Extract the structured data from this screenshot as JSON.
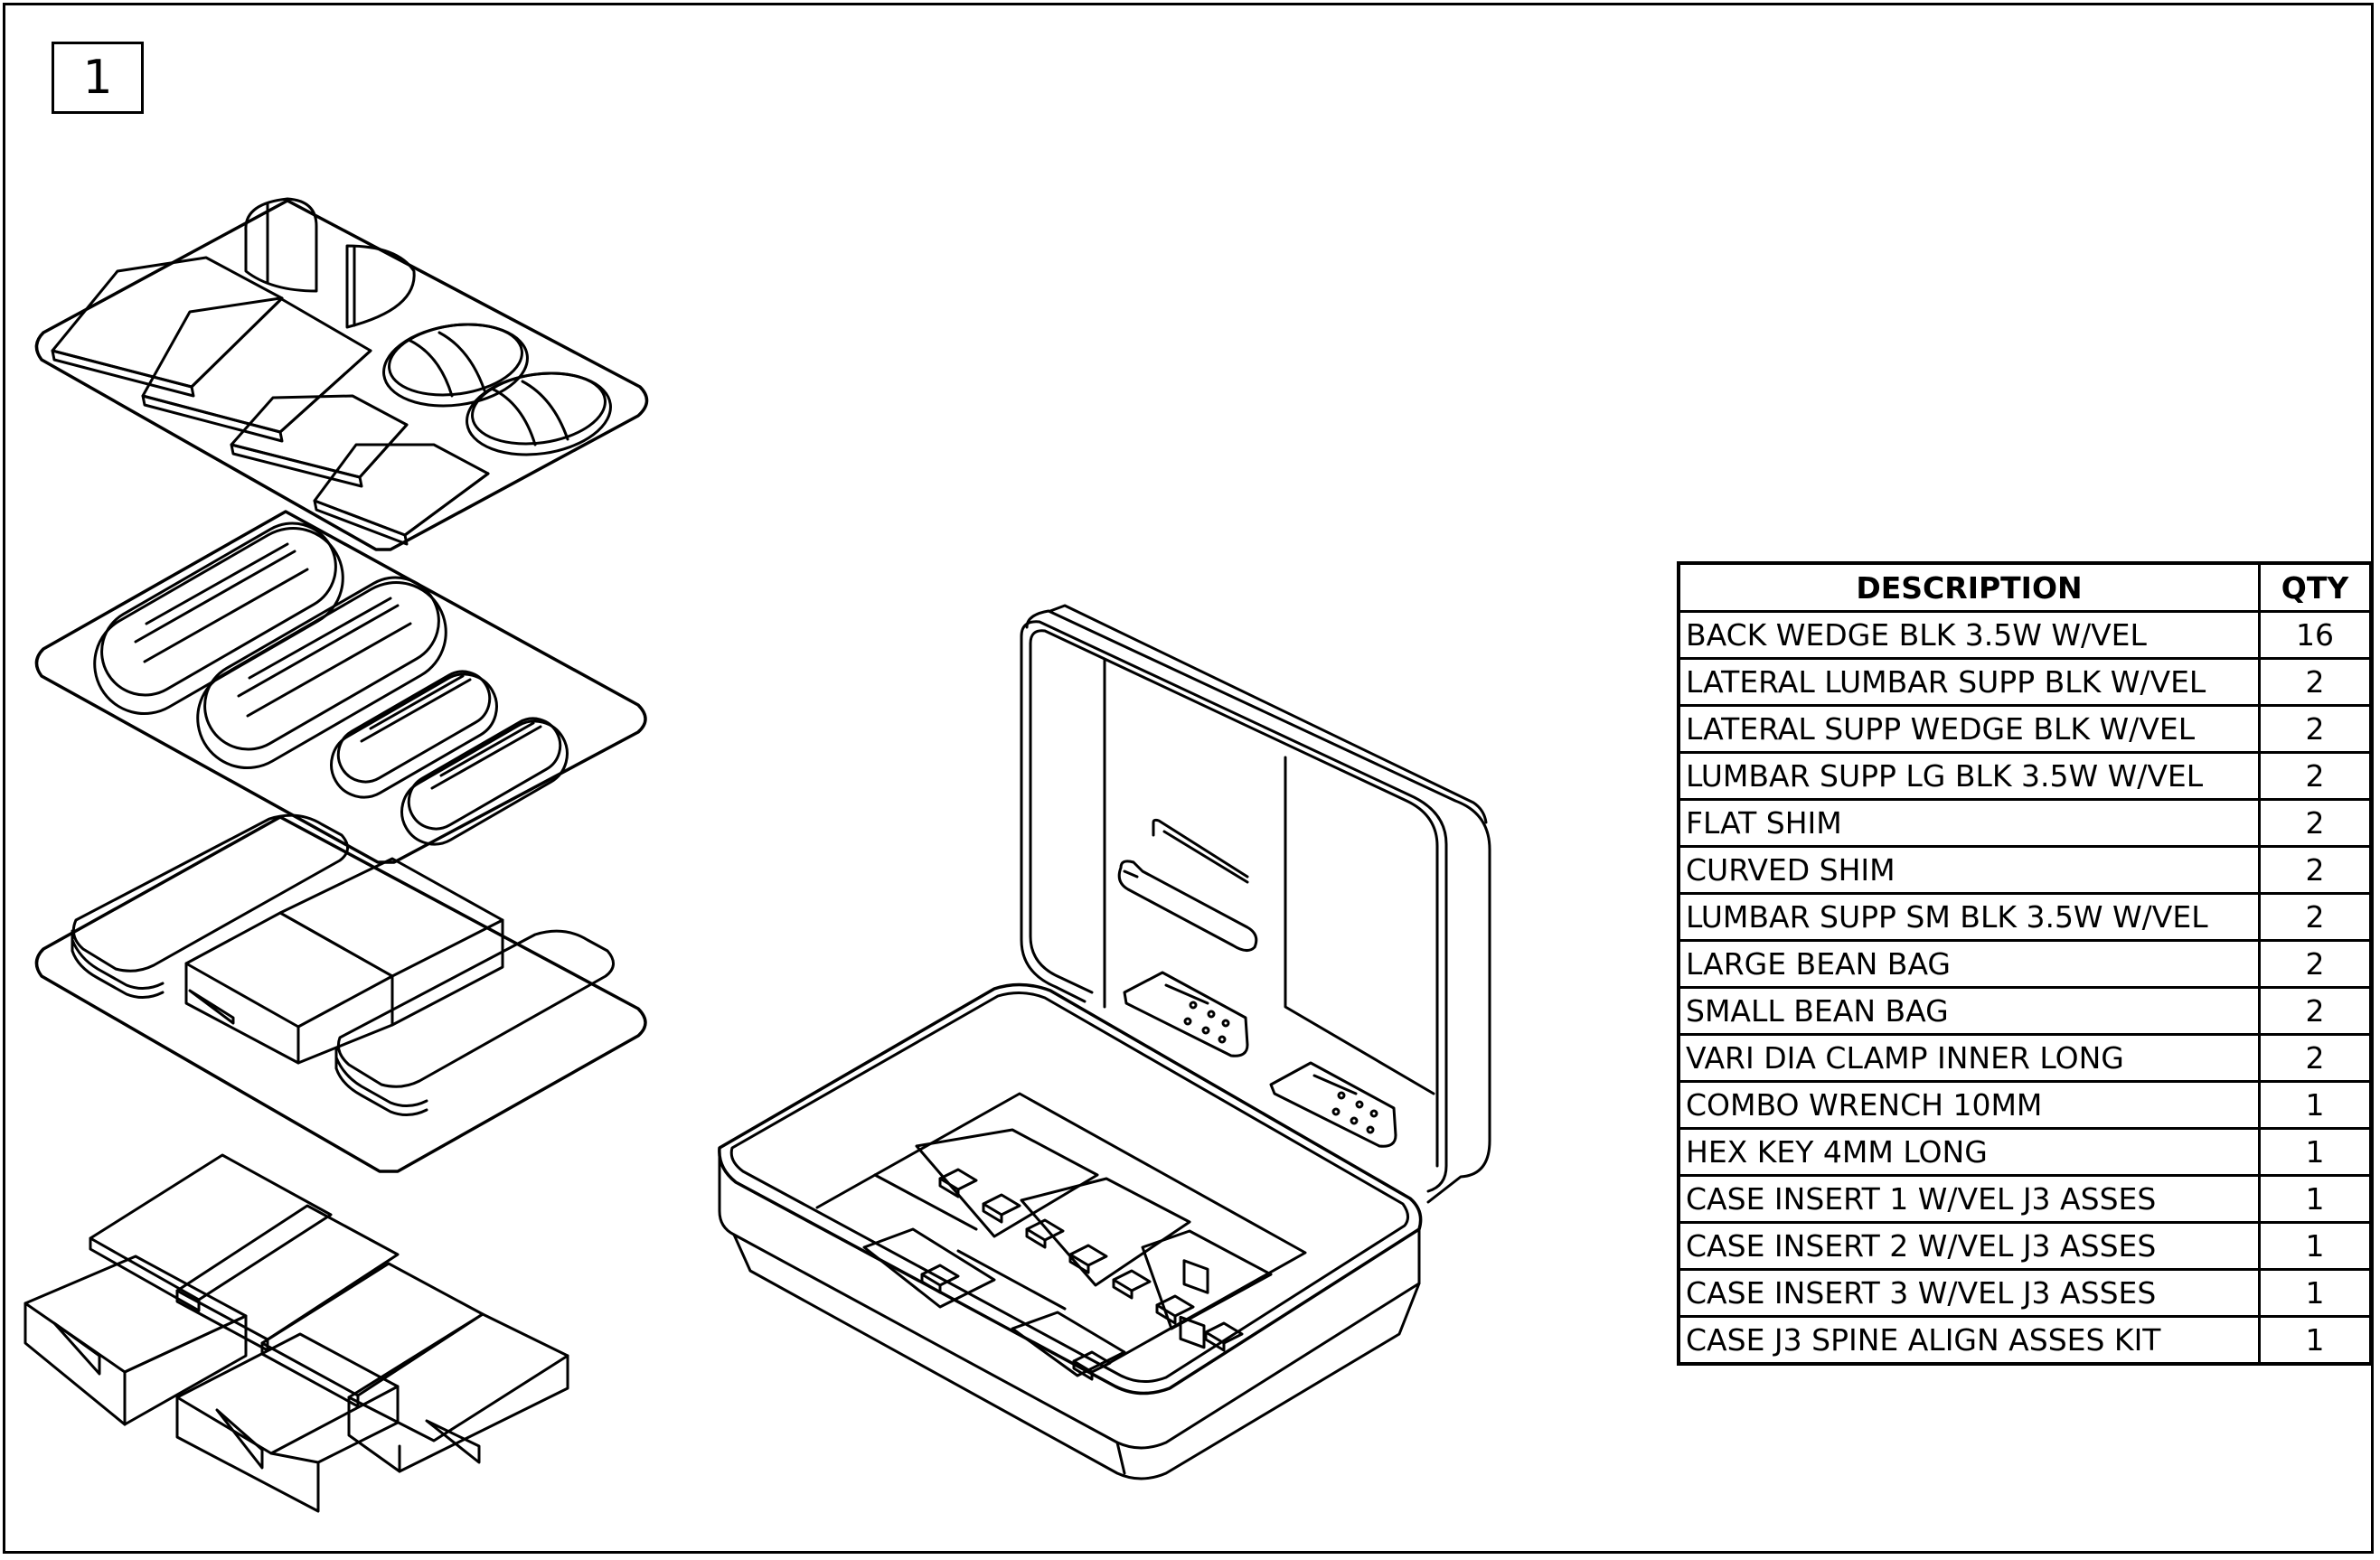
{
  "drawing": {
    "item_number": "1"
  },
  "bom": {
    "headers": {
      "description": "DESCRIPTION",
      "qty": "QTY"
    },
    "rows": [
      {
        "description": "BACK WEDGE BLK 3.5W W/VEL",
        "qty": "16"
      },
      {
        "description": "LATERAL LUMBAR SUPP BLK W/VEL",
        "qty": "2"
      },
      {
        "description": "LATERAL SUPP WEDGE BLK W/VEL",
        "qty": "2"
      },
      {
        "description": "LUMBAR SUPP LG BLK 3.5W W/VEL",
        "qty": "2"
      },
      {
        "description": "FLAT SHIM",
        "qty": "2"
      },
      {
        "description": "CURVED SHIM",
        "qty": "2"
      },
      {
        "description": "LUMBAR SUPP SM BLK 3.5W W/VEL",
        "qty": "2"
      },
      {
        "description": "LARGE BEAN BAG",
        "qty": "2"
      },
      {
        "description": "SMALL BEAN BAG",
        "qty": "2"
      },
      {
        "description": "VARI DIA CLAMP INNER LONG",
        "qty": "2"
      },
      {
        "description": "COMBO WRENCH 10MM",
        "qty": "1"
      },
      {
        "description": "HEX KEY 4MM LONG",
        "qty": "1"
      },
      {
        "description": "CASE INSERT 1 W/VEL J3 ASSES",
        "qty": "1"
      },
      {
        "description": "CASE INSERT 2 W/VEL J3 ASSES",
        "qty": "1"
      },
      {
        "description": "CASE INSERT 3 W/VEL J3 ASSES",
        "qty": "1"
      },
      {
        "description": "CASE J3 SPINE ALIGN ASSES KIT",
        "qty": "1"
      }
    ]
  },
  "colors": {
    "line": "#000000",
    "paper": "#ffffff"
  }
}
